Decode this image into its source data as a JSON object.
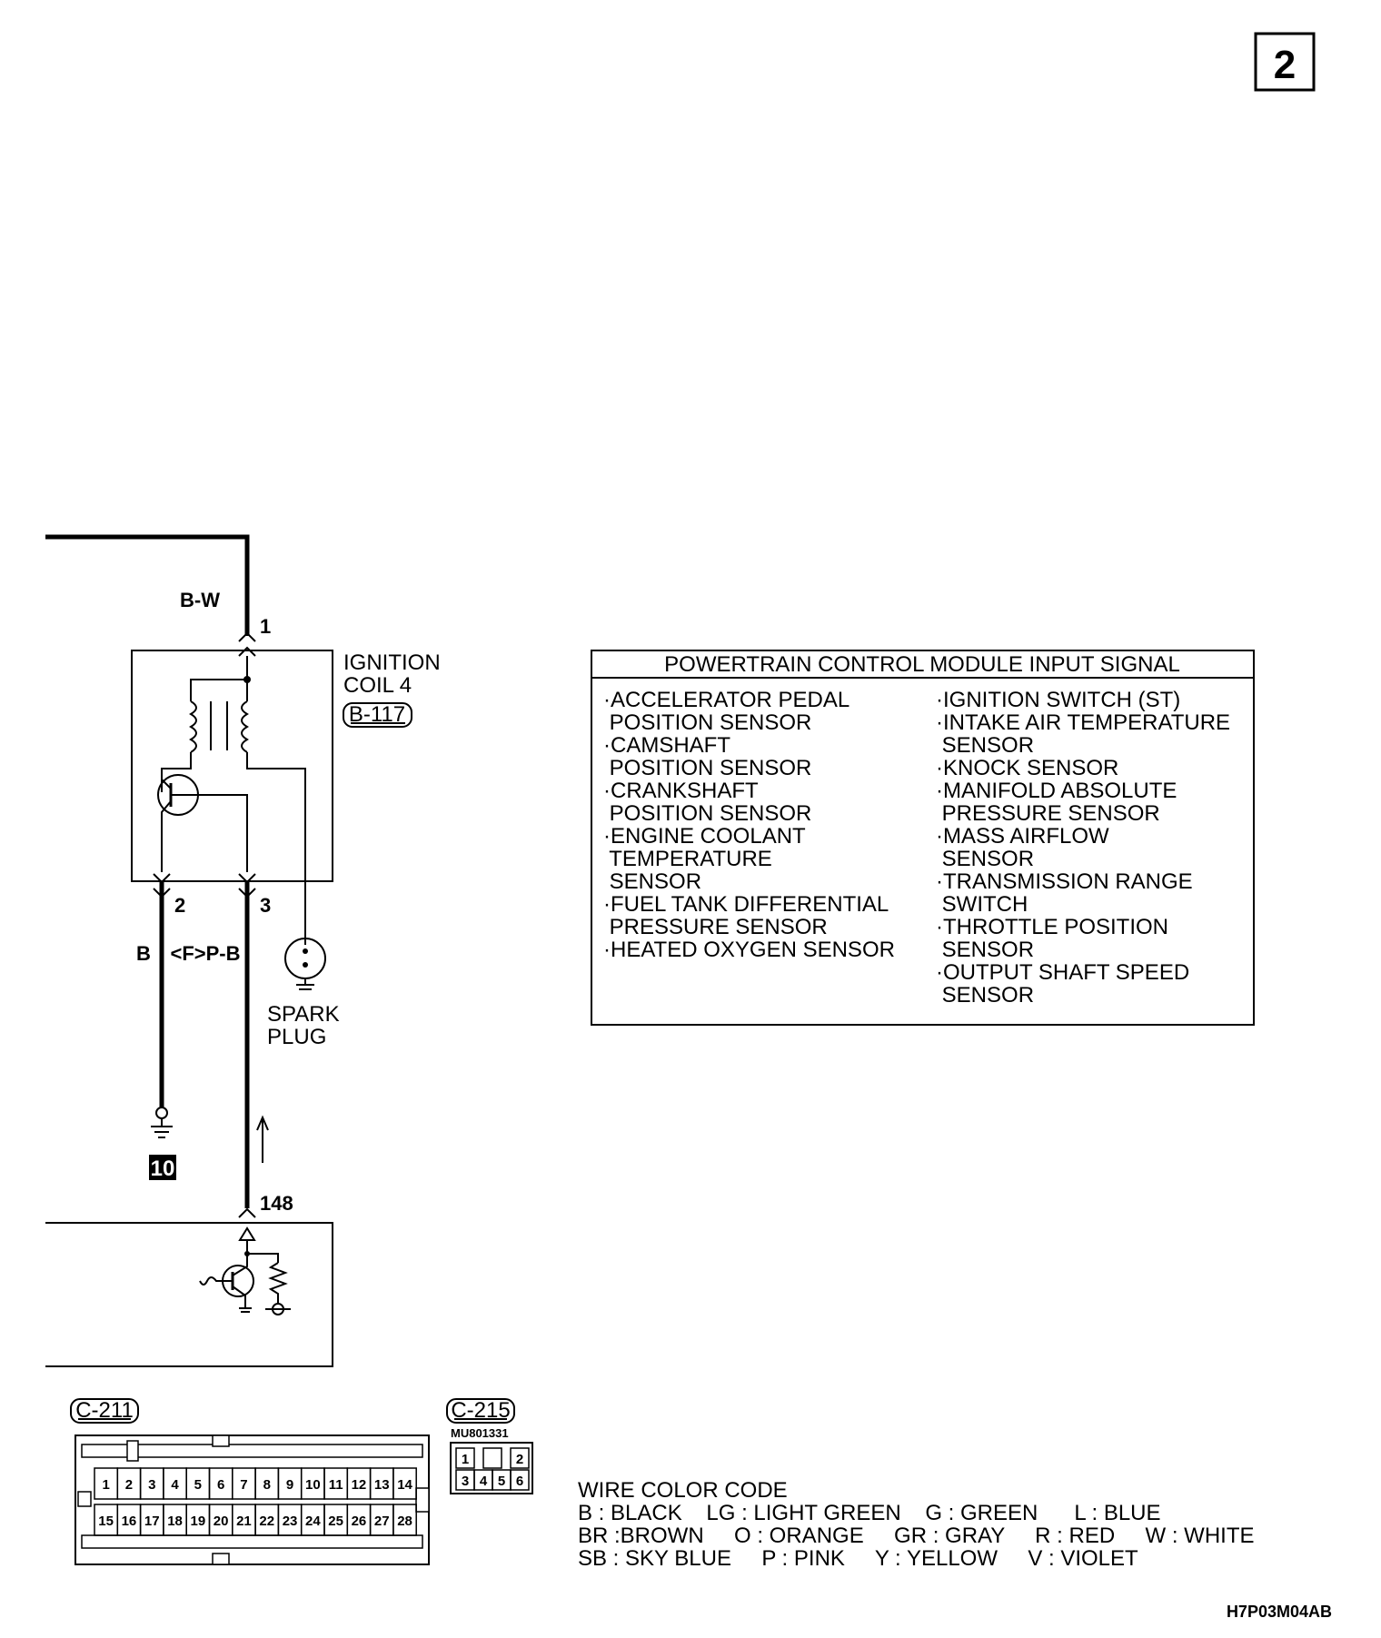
{
  "page_number": "2",
  "figure_code": "H7P03M04AB",
  "ignition_coil": {
    "name_line1": "IGNITION",
    "name_line2": "COIL 4",
    "connector": "B-117",
    "pin_top": "1",
    "pin_left": "2",
    "pin_right": "3"
  },
  "wires": {
    "top": "B-W",
    "left": "B",
    "right": "<F>P-B"
  },
  "spark_plug": {
    "line1": "SPARK",
    "line2": "PLUG"
  },
  "ground_ref": "10",
  "pcm_pin": "148",
  "signal_box": {
    "title": "POWERTRAIN CONTROL MODULE INPUT SIGNAL",
    "left_lines": [
      "·ACCELERATOR PEDAL",
      " POSITION SENSOR",
      "·CAMSHAFT",
      " POSITION SENSOR",
      "·CRANKSHAFT",
      " POSITION SENSOR",
      "·ENGINE COOLANT",
      " TEMPERATURE",
      " SENSOR",
      "·FUEL TANK DIFFERENTIAL",
      " PRESSURE SENSOR",
      "·HEATED OXYGEN SENSOR"
    ],
    "right_lines": [
      "·IGNITION SWITCH (ST)",
      "·INTAKE AIR TEMPERATURE",
      " SENSOR",
      "·KNOCK SENSOR",
      "·MANIFOLD ABSOLUTE",
      " PRESSURE SENSOR",
      "·MASS AIRFLOW",
      " SENSOR",
      "·TRANSMISSION RANGE",
      " SWITCH",
      "·THROTTLE POSITION",
      " SENSOR",
      "·OUTPUT SHAFT SPEED",
      " SENSOR"
    ]
  },
  "connector_c211": {
    "label": "C-211",
    "row1": [
      "1",
      "2",
      "3",
      "4",
      "5",
      "6",
      "7",
      "8",
      "9",
      "10",
      "11",
      "12",
      "13",
      "14"
    ],
    "row2": [
      "15",
      "16",
      "17",
      "18",
      "19",
      "20",
      "21",
      "22",
      "23",
      "24",
      "25",
      "26",
      "27",
      "28"
    ]
  },
  "connector_c215": {
    "label": "C-215",
    "part_no": "MU801331",
    "row1": [
      "1",
      "",
      "2"
    ],
    "row2": [
      "3",
      "4",
      "5",
      "6"
    ]
  },
  "wire_color_code": {
    "title": "WIRE COLOR CODE",
    "line1": "B : BLACK    LG : LIGHT GREEN    G : GREEN      L : BLUE",
    "line2": "BR :BROWN     O : ORANGE     GR : GRAY     R : RED     W : WHITE",
    "line3": "SB : SKY BLUE     P : PINK     Y : YELLOW     V : VIOLET"
  }
}
